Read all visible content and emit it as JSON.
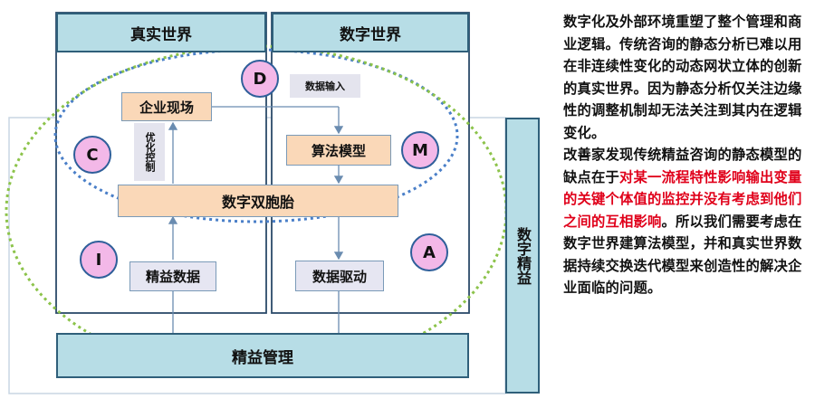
{
  "diagram": {
    "headers": {
      "real_world": "真实世界",
      "digital_world": "数字世界",
      "digital_lean": "数字精益",
      "lean_management": "精益管理"
    },
    "boxes": {
      "enterprise_site": "企业现场",
      "algorithm_model": "算法模型",
      "digital_twin": "数字双胞胎",
      "lean_data": "精益数据",
      "data_driven": "数据驱动"
    },
    "labels": {
      "data_input": "数据输入",
      "optimize_control": "优化控制"
    },
    "circles": {
      "d": "D",
      "c": "C",
      "m": "M",
      "i": "I",
      "a": "A"
    },
    "colors": {
      "header_fill": "#b7dde6",
      "orange_fill": "#fad8b8",
      "grey_fill": "#e6e6f2",
      "circle_fill": "#f3b8e8",
      "blue_ellipse": "#4a7fc8",
      "green_ellipse": "#8cc34a",
      "highlight_red": "#e0001a"
    }
  },
  "text": {
    "para1": "数字化及外部环境重塑了整个管理和商业逻辑。传统咨询的静态分析已难以用在非连续性变化的动态网状立体的创新的真实世界。因为静态分析仅关注边缘性的调整机制却无法关注到其内在逻辑变化。",
    "para2_start": "改善家发现传统精益咨询的静态模型的缺点在于",
    "para2_highlight": "对某一流程特性影响输出变量的关键个体值的监控并没有考虑到他们之间的互相影响",
    "para2_end": "。所以我们需要考虑在数字世界建算法模型，并和真实世界数据持续交换迭代模型来创造性的解决企业面临的问题。"
  }
}
